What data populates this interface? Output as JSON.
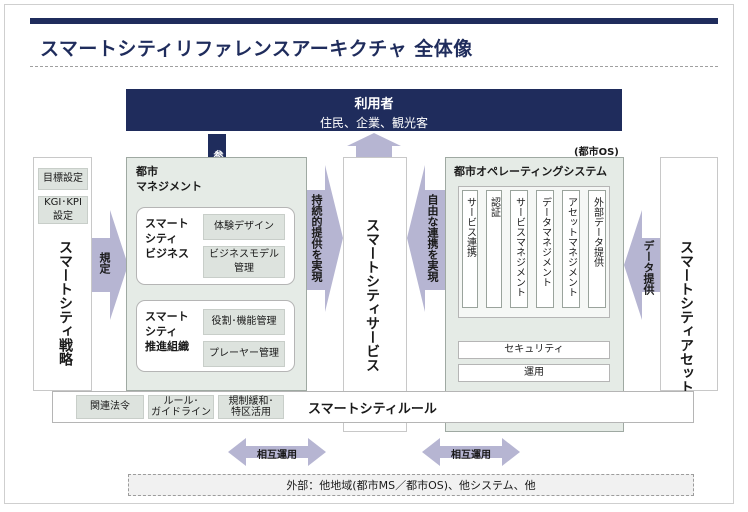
{
  "title": "スマートシティリファレンスアーキクチャ 全体像",
  "users": {
    "title": "利用者",
    "subtitle": "住民、企業、観光客"
  },
  "strategy": {
    "title": "スマートシティ戦略",
    "items": [
      "目標設定",
      "KGI･KPI\n設定"
    ]
  },
  "arrows": {
    "kitei": "規定",
    "sanka": "参画",
    "jizoku": "持続的提供を実現",
    "jiyu": "自由な連携を実現",
    "data_teikyo": "データ提供",
    "sogo": "相互運用"
  },
  "management": {
    "title": "都市\nマネジメント",
    "business": {
      "label": "スマート\nシティ\nビジネス",
      "items": [
        "体験デザイン",
        "ビジネスモデル\n管理"
      ]
    },
    "organization": {
      "label": "スマート\nシティ\n推進組織",
      "items": [
        "役割･機能管理",
        "プレーヤー管理"
      ]
    }
  },
  "service": {
    "title": "スマートシティサービス"
  },
  "os": {
    "tag": "(都市OS)",
    "title": "都市オペレーティングシステム",
    "columns": [
      "サービス連携",
      "認証",
      "サービスマネジメント",
      "データマネジメント",
      "アセットマネジメント",
      "外部データ提供"
    ],
    "security": "セキュリティ",
    "operation": "運用"
  },
  "asset": {
    "title": "スマートシティアセット"
  },
  "rules": {
    "title": "スマートシティルール",
    "items": [
      "関連法令",
      "ルール･\nガイドライン",
      "規制緩和･\n特区活用"
    ]
  },
  "external": "外部：他地域(都市MS／都市OS)、他システム、他",
  "colors": {
    "navy": "#1f2c5c",
    "arrow": "#b6b5d2",
    "panel": "#e5ebe6",
    "cycle": "#2f4b9a"
  }
}
